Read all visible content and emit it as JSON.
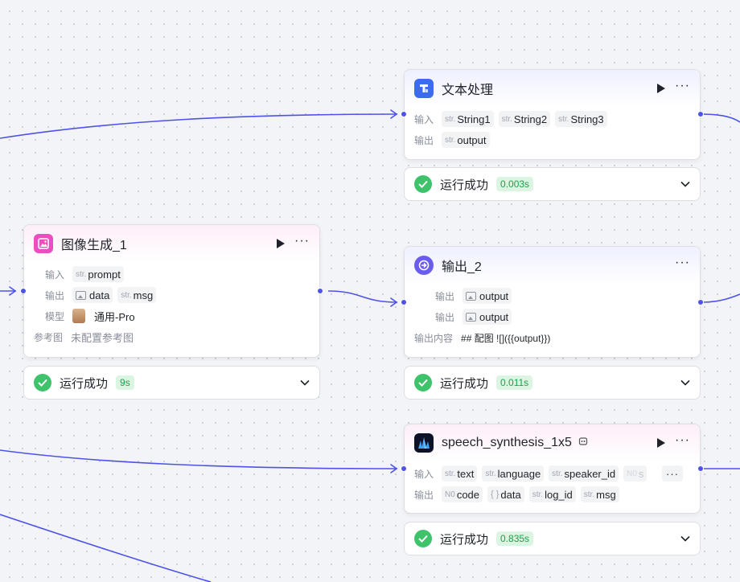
{
  "colors": {
    "edge": "#4d53e8",
    "success": "#3ec26a",
    "badge_bg": "#dcf5e3",
    "badge_text": "#1e9e4a",
    "text_processing_icon": "#3b6cf0",
    "image_gen_icon": "#e94fc0",
    "output_icon": "#6b5cf0"
  },
  "nodes": {
    "text_process": {
      "title": "文本处理",
      "icon": "text-processing-icon",
      "input_label": "输入",
      "output_label": "输出",
      "inputs": [
        {
          "type": "str.",
          "name": "String1"
        },
        {
          "type": "str.",
          "name": "String2"
        },
        {
          "type": "str.",
          "name": "String3"
        }
      ],
      "outputs": [
        {
          "type": "str.",
          "name": "output"
        }
      ],
      "status": {
        "label": "运行成功",
        "time": "0.003s"
      }
    },
    "image_gen": {
      "title": "图像生成_1",
      "icon": "image-generation-icon",
      "input_label": "输入",
      "output_label": "输出",
      "model_label": "模型",
      "ref_label": "参考图",
      "inputs": [
        {
          "type": "str.",
          "name": "prompt"
        }
      ],
      "outputs": [
        {
          "type": "image",
          "name": "data"
        },
        {
          "type": "str.",
          "name": "msg"
        }
      ],
      "model": "通用-Pro",
      "ref_value": "未配置参考图",
      "status": {
        "label": "运行成功",
        "time": "9s"
      }
    },
    "output_2": {
      "title": "输出_2",
      "icon": "output-icon",
      "output_label": "输出",
      "outputs": [
        {
          "type": "image",
          "name": "output"
        },
        {
          "type": "image",
          "name": "output"
        }
      ],
      "content_label": "输出内容",
      "content_value": "## 配图 ![]({{output}})",
      "status": {
        "label": "运行成功",
        "time": "0.011s"
      }
    },
    "speech": {
      "title": "speech_synthesis_1x5",
      "icon": "speech-synthesis-icon",
      "input_label": "输入",
      "output_label": "输出",
      "inputs": [
        {
          "type": "str.",
          "name": "text"
        },
        {
          "type": "str.",
          "name": "language"
        },
        {
          "type": "str.",
          "name": "speaker_id"
        },
        {
          "type": "N0",
          "name": "s"
        }
      ],
      "more_chip": "···",
      "outputs": [
        {
          "type": "N0",
          "name": "code"
        },
        {
          "type": "{ }",
          "name": "data"
        },
        {
          "type": "str.",
          "name": "log_id"
        },
        {
          "type": "str.",
          "name": "msg"
        }
      ],
      "status": {
        "label": "运行成功",
        "time": "0.835s"
      }
    }
  }
}
